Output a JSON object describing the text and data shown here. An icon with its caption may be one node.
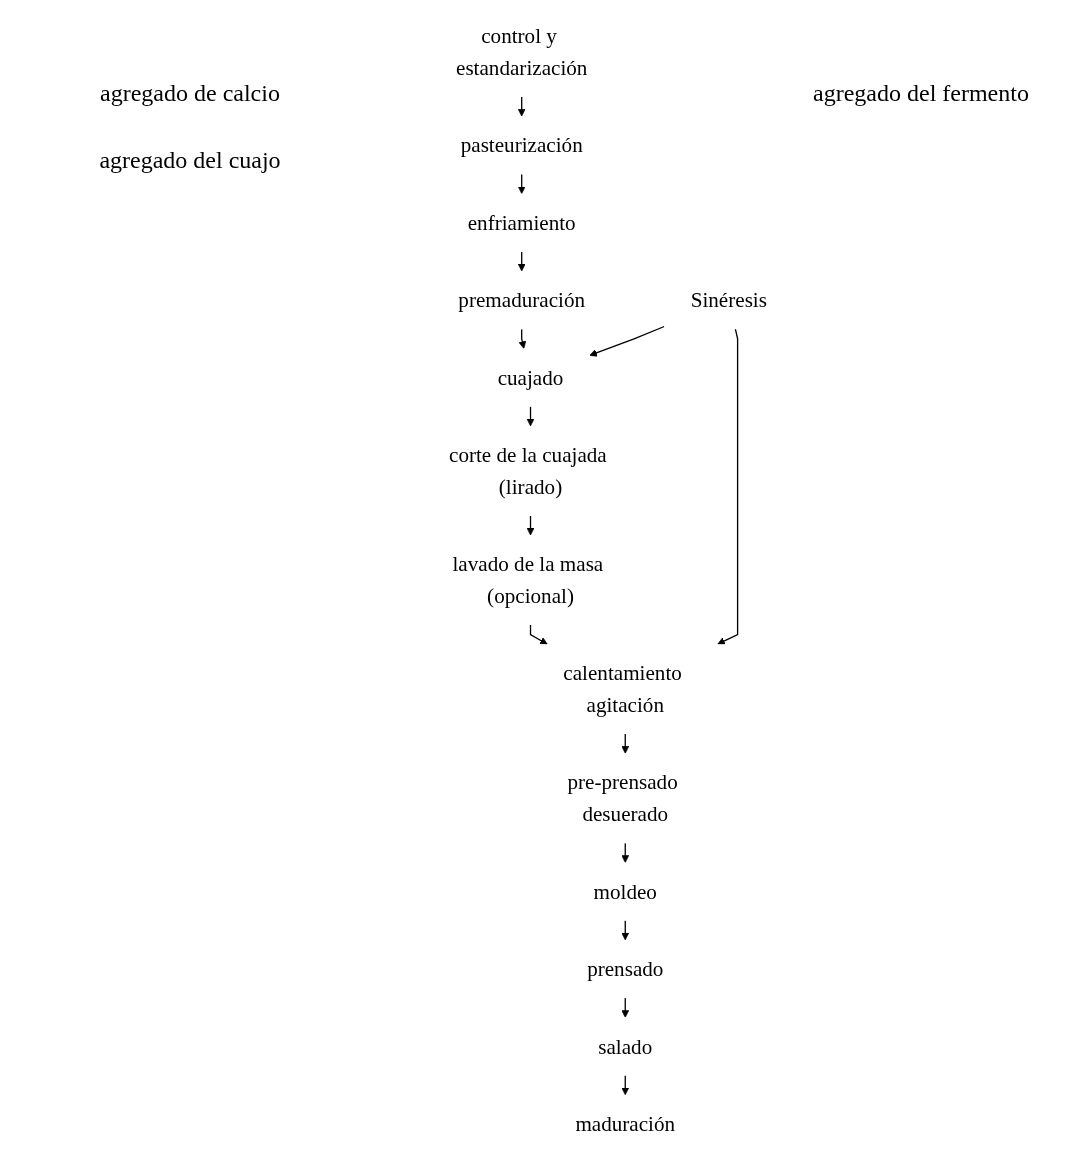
{
  "diagram": {
    "nodes": [
      {
        "text": [
          "control y estandarización"
        ]
      },
      {
        "text": [
          "pasteurización"
        ]
      },
      {
        "text": [
          "enfriamiento"
        ]
      },
      {
        "text": [
          "premaduración"
        ]
      },
      {
        "text": [
          "cuajado"
        ]
      },
      {
        "text": [
          "corte de la cuajada (lirado)"
        ]
      },
      {
        "text": [
          "lavado de la masa (opcional)"
        ]
      },
      {
        "text": [
          "calentamiento agitación"
        ]
      },
      {
        "text": [
          "pre-prensado desuerado"
        ]
      },
      {
        "text": [
          "moldeo"
        ]
      },
      {
        "text": [
          "prensado"
        ]
      },
      {
        "text": [
          "salado"
        ]
      },
      {
        "text": [
          "maduración"
        ]
      },
      {
        "text": [
          "Sinéresis"
        ]
      }
    ],
    "edges": [
      {
        "from": 0,
        "to": 1,
        "arrow": "to"
      },
      {
        "from": 1,
        "to": 2,
        "arrow": "to"
      },
      {
        "from": 2,
        "to": 3,
        "arrow": "to"
      },
      {
        "from": 3,
        "to": 4,
        "arrow": "to"
      },
      {
        "from": 4,
        "to": 5,
        "arrow": "to"
      },
      {
        "from": 5,
        "to": 6,
        "arrow": "to"
      },
      {
        "from": 6,
        "to": 7,
        "arrow": "to"
      },
      {
        "from": 7,
        "to": 8,
        "arrow": "to"
      },
      {
        "from": 8,
        "to": 9,
        "arrow": "to"
      },
      {
        "from": 9,
        "to": 10,
        "arrow": "to"
      },
      {
        "from": 10,
        "to": 11,
        "arrow": "to"
      },
      {
        "from": 11,
        "to": 12,
        "arrow": "to"
      },
      {
        "from": 13,
        "to": 4,
        "arrow": "to"
      },
      {
        "from": 13,
        "to": 7,
        "arrow": "to"
      }
    ],
    "labels": [
      "agregado de calcio",
      "agregado del fermento",
      "agregado del cuajo"
    ]
  }
}
